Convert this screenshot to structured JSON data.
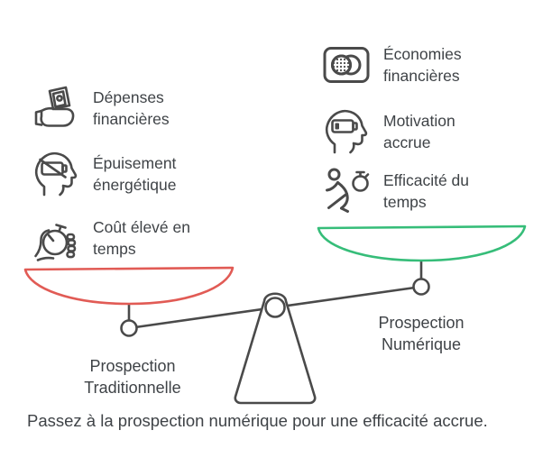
{
  "colors": {
    "line": "#4a4a4a",
    "red": "#e15b55",
    "green": "#36bd79"
  },
  "left": {
    "pan_label": "Prospection\nTraditionnelle",
    "items": [
      {
        "icon": "hand-money-icon",
        "label": "Dépenses\nfinancières"
      },
      {
        "icon": "head-battery-empty-icon",
        "label": "Épuisement\nénergétique"
      },
      {
        "icon": "hand-stopwatch-icon",
        "label": "Coût élevé en\ntemps"
      }
    ]
  },
  "right": {
    "pan_label": "Prospection\nNumérique",
    "items": [
      {
        "icon": "card-coins-icon",
        "label": "Économies\nfinancières"
      },
      {
        "icon": "head-battery-charged-icon",
        "label": "Motivation\naccrue"
      },
      {
        "icon": "runner-stopwatch-icon",
        "label": "Efficacité du\ntemps"
      }
    ]
  },
  "caption": "Passez à la prospection numérique pour une efficacité accrue."
}
